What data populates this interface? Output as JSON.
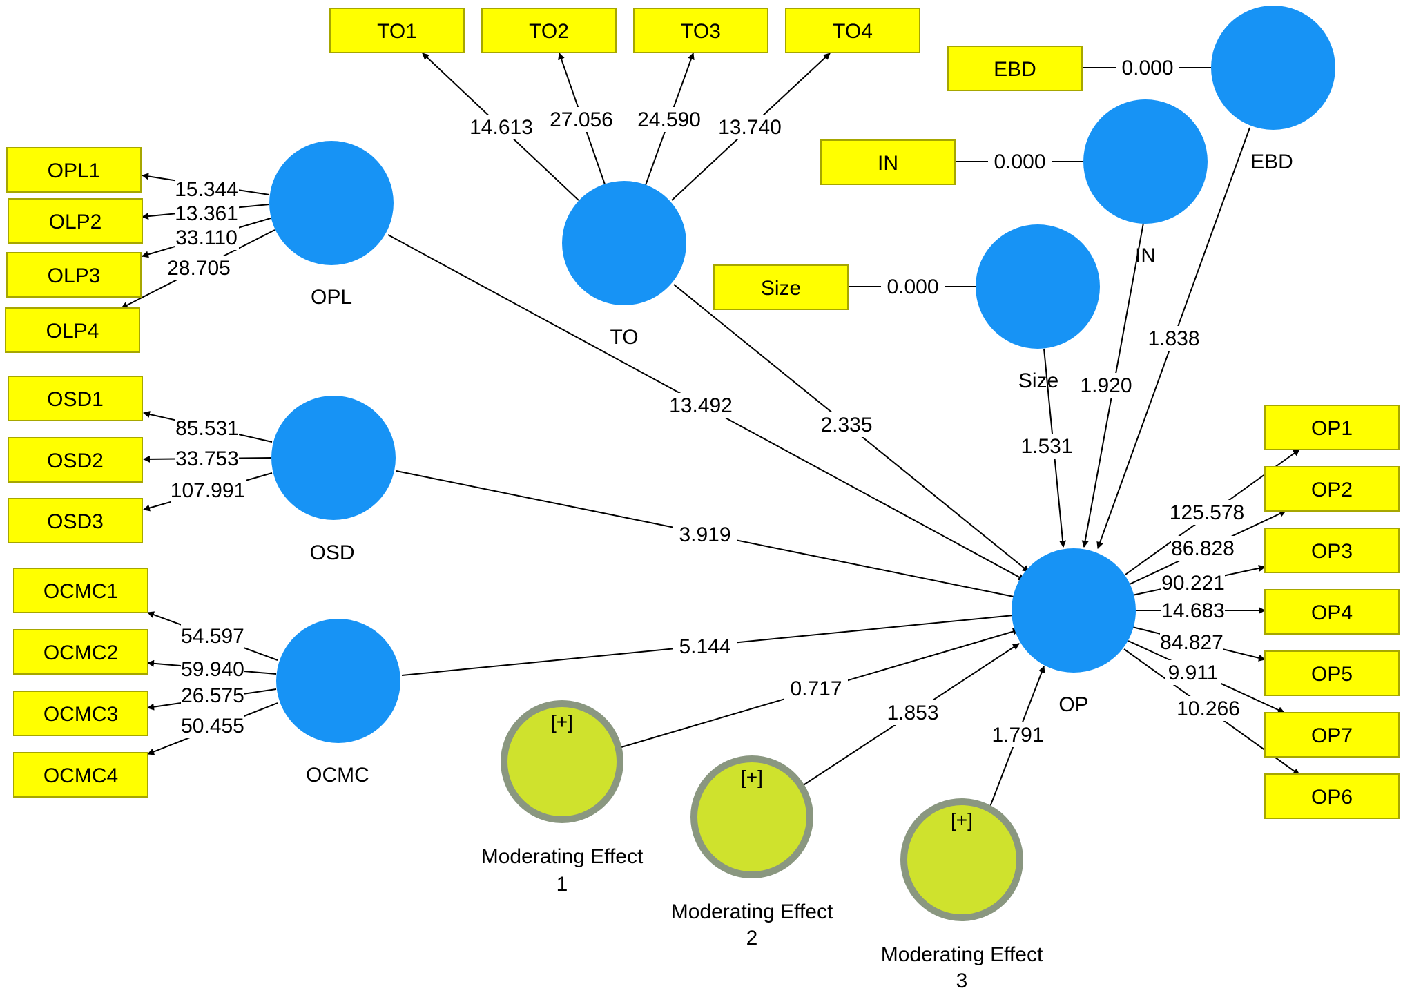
{
  "constructs": {
    "opl": "OPL",
    "to": "TO",
    "osd": "OSD",
    "ocmc": "OCMC",
    "op": "OP",
    "size": "Size",
    "in": "IN",
    "ebd": "EBD",
    "mod1_l1": "Moderating Effect",
    "mod1_l2": "1",
    "mod2_l1": "Moderating Effect",
    "mod2_l2": "2",
    "mod3_l1": "Moderating Effect",
    "mod3_l2": "3",
    "collapse_glyph": "[+]"
  },
  "indicators": {
    "to1": "TO1",
    "to2": "TO2",
    "to3": "TO3",
    "to4": "TO4",
    "opl1": "OPL1",
    "olp2": "OLP2",
    "olp3": "OLP3",
    "olp4": "OLP4",
    "osd1": "OSD1",
    "osd2": "OSD2",
    "osd3": "OSD3",
    "ocmc1": "OCMC1",
    "ocmc2": "OCMC2",
    "ocmc3": "OCMC3",
    "ocmc4": "OCMC4",
    "ebd": "EBD",
    "in": "IN",
    "size": "Size",
    "op1": "OP1",
    "op2": "OP2",
    "op3": "OP3",
    "op4": "OP4",
    "op5": "OP5",
    "op7": "OP7",
    "op6": "OP6"
  },
  "outer_values": {
    "to1": "14.613",
    "to2": "27.056",
    "to3": "24.590",
    "to4": "13.740",
    "opl1": "15.344",
    "olp2": "13.361",
    "olp3": "33.110",
    "olp4": "28.705",
    "osd1": "85.531",
    "osd2": "33.753",
    "osd3": "107.991",
    "ocmc1": "54.597",
    "ocmc2": "59.940",
    "ocmc3": "26.575",
    "ocmc4": "50.455",
    "ebd": "0.000",
    "in": "0.000",
    "size": "0.000",
    "op1": "125.578",
    "op2": "86.828",
    "op3": "90.221",
    "op4": "14.683",
    "op5": "84.827",
    "op7": "9.911",
    "op6": "10.266"
  },
  "path_values": {
    "opl_op": "13.492",
    "to_op": "2.335",
    "osd_op": "3.919",
    "ocmc_op": "5.144",
    "size_op": "1.531",
    "in_op": "1.920",
    "ebd_op": "1.838",
    "mod1_op": "0.717",
    "mod2_op": "1.853",
    "mod3_op": "1.791"
  }
}
